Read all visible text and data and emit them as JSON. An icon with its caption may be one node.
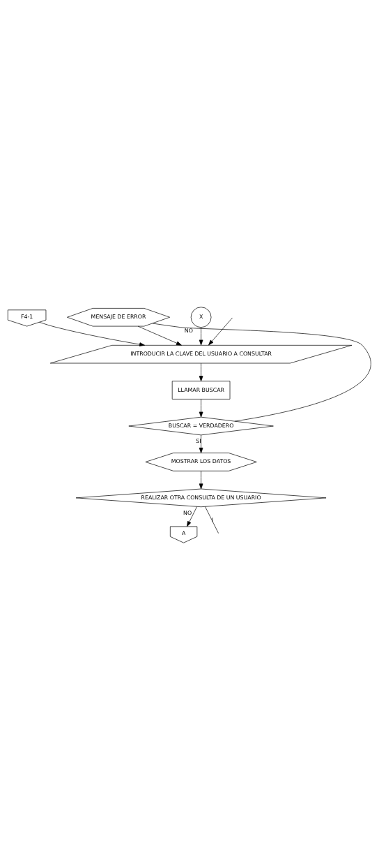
{
  "diagram": {
    "nodes": [
      {
        "text": [
          "F4-1"
        ]
      },
      {
        "text": [
          "X"
        ]
      },
      {
        "text": [
          "INTRODUCIR LA CLAVE DEL USUARIO A CONSULTAR"
        ]
      },
      {
        "text": [
          "LLAMAR BUSCAR"
        ]
      },
      {
        "text": [
          "MENSAJE DE ERROR"
        ]
      },
      {
        "text": [
          "BUSCAR = VERDADERO"
        ]
      },
      {
        "text": [
          "MOSTRAR LOS DATOS"
        ]
      },
      {
        "text": [
          "REALIZAR OTRA CONSULTA DE UN USUARIO"
        ]
      },
      {
        "text": [
          "A"
        ]
      }
    ],
    "edges": [
      {
        "from": 0,
        "to": 2,
        "arrow": "to"
      },
      {
        "from": null,
        "to": 2,
        "arrow": "to"
      },
      {
        "from": 1,
        "to": 2,
        "arrow": "to"
      },
      {
        "from": 4,
        "to": 2,
        "arrow": "to"
      },
      {
        "from": 2,
        "to": 3,
        "arrow": "to"
      },
      {
        "from": 3,
        "to": 5,
        "arrow": "to"
      },
      {
        "from": 5,
        "to": 4,
        "label": "NO",
        "arrow": "none"
      },
      {
        "from": 5,
        "to": 6,
        "label": "SI",
        "arrow": "to"
      },
      {
        "from": 6,
        "to": 7,
        "arrow": "to"
      },
      {
        "from": 7,
        "to": null,
        "label": "I",
        "arrow": "none"
      },
      {
        "from": 7,
        "to": 8,
        "label": "NO",
        "arrow": "to"
      }
    ]
  }
}
